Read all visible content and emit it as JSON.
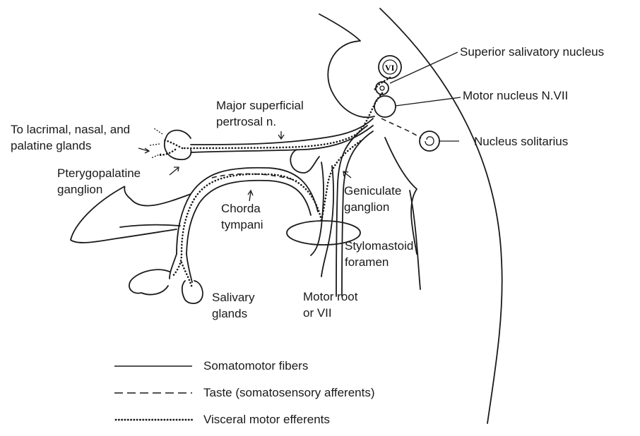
{
  "labels": {
    "superior_salivatory": "Superior salivatory nucleus",
    "motor_nucleus": "Motor nucleus N.VII",
    "nucleus_solitarius": "Nucleus solitarius",
    "major_superficial_1": "Major superficial",
    "major_superficial_2": "pertrosal n.",
    "to_lacrimal_1": "To lacrimal, nasal, and",
    "to_lacrimal_2": "palatine glands",
    "pterygo_1": "Pterygopalatine",
    "pterygo_2": "ganglion",
    "geniculate_1": "Geniculate",
    "geniculate_2": "ganglion",
    "chorda_1": "Chorda",
    "chorda_2": "tympani",
    "stylomastoid_1": "Stylomastoid",
    "stylomastoid_2": "foramen",
    "salivary_1": "Salivary",
    "salivary_2": "glands",
    "motor_root_1": "Motor root",
    "motor_root_2": "or VII",
    "nucleus_mark": "VI"
  },
  "legend": [
    {
      "style": "solid",
      "label": "Somatomotor fibers"
    },
    {
      "style": "dashed",
      "label": "Taste (somatosensory afferents)"
    },
    {
      "style": "dotted",
      "label": "Visceral motor efferents"
    }
  ]
}
